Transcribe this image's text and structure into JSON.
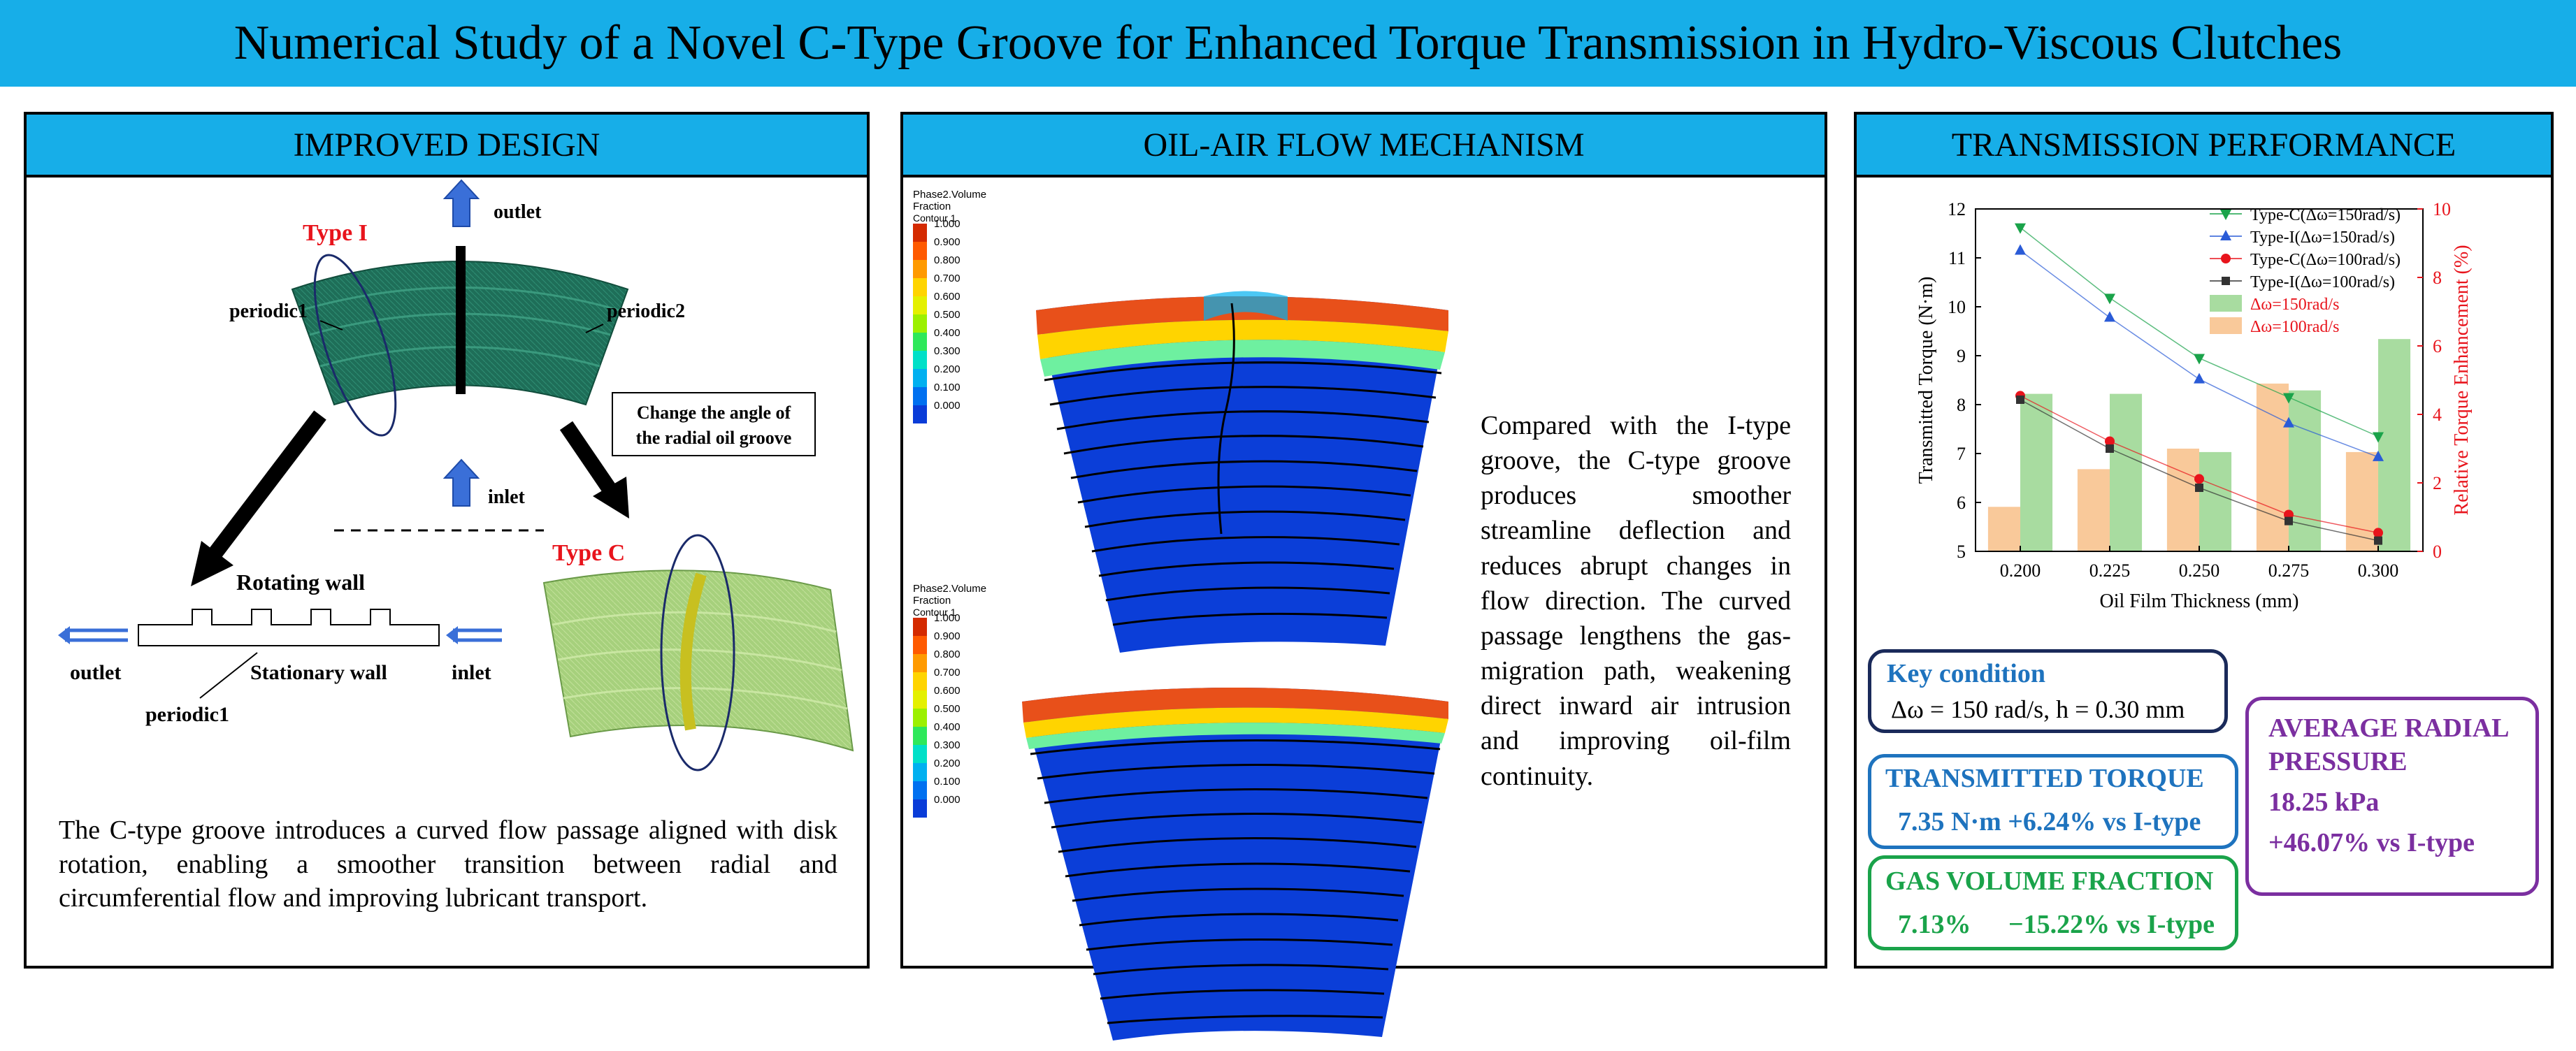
{
  "title": "Numerical Study of a Novel C-Type Groove for Enhanced Torque Transmission in Hydro-Viscous Clutches",
  "panels": {
    "design": {
      "header": "IMPROVED DESIGN",
      "type_i": "Type I",
      "type_c": "Type C",
      "outlet_top": "outlet",
      "inlet_mid": "inlet",
      "periodic1": "periodic1",
      "periodic2": "periodic2",
      "change_note_1": "Change the angle of",
      "change_note_2": "the radial oil groove",
      "rotating_wall": "Rotating wall",
      "stationary_wall": "Stationary wall",
      "outlet_left": "outlet",
      "inlet_right": "inlet",
      "periodic1_bottom": "periodic1",
      "description": "The C-type groove introduces a curved flow passage aligned with disk rotation, enabling a smoother transition between radial and circumferential flow and improving lubricant transport."
    },
    "flow": {
      "header": "OIL-AIR FLOW MECHANISM",
      "legend_title": "Phase2.Volume Fraction",
      "legend_subtitle": "Contour 1",
      "legend_ticks": [
        "1.000",
        "0.900",
        "0.800",
        "0.700",
        "0.600",
        "0.500",
        "0.400",
        "0.300",
        "0.200",
        "0.100",
        "0.000"
      ],
      "legend_colors": [
        "#d42a00",
        "#ff5a00",
        "#ff9a00",
        "#ffd400",
        "#e4f000",
        "#9cf000",
        "#2ee85a",
        "#00e0c8",
        "#00b0f0",
        "#0070f0",
        "#0a3cd8"
      ],
      "description": "Compared with the I-type groove, the C-type groove produces smoother streamline deflection and reduces abrupt changes in flow direction. The curved passage lengthens the gas-migration path, weakening direct inward air intrusion and improving oil-film continuity."
    },
    "performance": {
      "header": "TRANSMISSION PERFORMANCE",
      "key_condition": {
        "title": "Key condition",
        "value": "Δω = 150 rad/s, h = 0.30 mm"
      },
      "torque": {
        "title": "TRANSMITTED TORQUE",
        "value": "7.35 N·m +6.24% vs I-type"
      },
      "gas": {
        "title": "GAS VOLUME FRACTION",
        "value": "7.13%",
        "change": "−15.22% vs I-type"
      },
      "pressure": {
        "title_1": "AVERAGE RADIAL",
        "title_2": "PRESSURE",
        "value": "18.25 kPa",
        "change": "+46.07% vs I-type"
      }
    }
  },
  "colors": {
    "banner": "#17aee8",
    "type_label": "#e8141c",
    "blue_text": "#1e73be",
    "green_text": "#1aa34a",
    "purple_text": "#7b2fa0",
    "bar_green": "#a8dca0",
    "bar_orange": "#f9c99a"
  },
  "chart_data": {
    "type": "bar",
    "xlabel": "Oil Film Thickness (mm)",
    "ylabel": "Transmitted Torque (N·m)",
    "ylabel_right": "Relative Torque Enhancement (%)",
    "x": [
      "0.200",
      "0.225",
      "0.250",
      "0.275",
      "0.300"
    ],
    "ylim": [
      5,
      12
    ],
    "ylim_right": [
      0,
      10
    ],
    "yticks": [
      5,
      6,
      7,
      8,
      9,
      10,
      11,
      12
    ],
    "yticks_right": [
      0,
      2,
      4,
      6,
      8,
      10
    ],
    "legend_position": "top-right",
    "line_series": [
      {
        "name": "Type-C(Δω=150rad/s)",
        "values": [
          11.62,
          10.18,
          8.95,
          8.15,
          7.35
        ],
        "color": "#1aa34a",
        "marker": "triangle-down"
      },
      {
        "name": "Type-I(Δω=150rad/s)",
        "values": [
          11.15,
          9.78,
          8.52,
          7.62,
          6.93
        ],
        "color": "#2a5bd7",
        "marker": "triangle-up"
      },
      {
        "name": "Type-C(Δω=100rad/s)",
        "values": [
          8.18,
          7.25,
          6.48,
          5.75,
          5.38
        ],
        "color": "#e8141c",
        "marker": "circle"
      },
      {
        "name": "Type-I(Δω=100rad/s)",
        "values": [
          8.1,
          7.1,
          6.3,
          5.62,
          5.22
        ],
        "color": "#333333",
        "marker": "square"
      }
    ],
    "bar_series": [
      {
        "name": "Δω=150rad/s",
        "values": [
          4.6,
          4.6,
          2.9,
          4.7,
          6.2
        ],
        "color": "#a8dca0"
      },
      {
        "name": "Δω=100rad/s",
        "values": [
          1.3,
          2.4,
          3.0,
          4.9,
          2.9
        ],
        "color": "#f9c99a"
      }
    ]
  }
}
